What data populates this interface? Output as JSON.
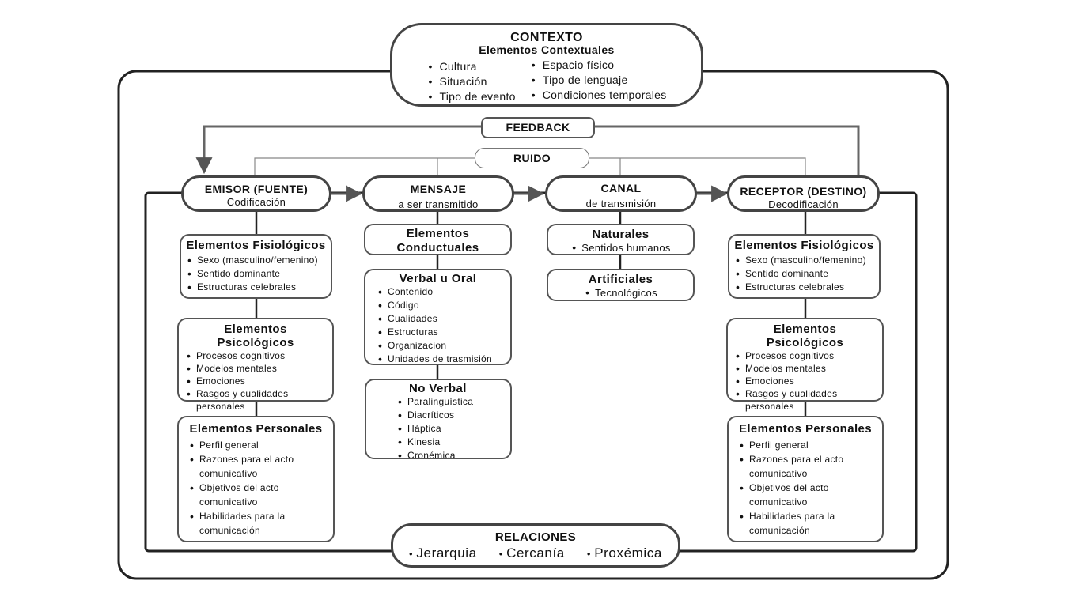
{
  "contexto": {
    "title": "CONTEXTO",
    "subtitle": "Elementos Contextuales",
    "col1": [
      "Cultura",
      "Situación",
      "Tipo de evento"
    ],
    "col2": [
      "Espacio físico",
      "Tipo de lenguaje",
      "Condiciones temporales"
    ]
  },
  "feedback": "FEEDBACK",
  "ruido": "RUIDO",
  "nodes": {
    "emisor": {
      "title": "EMISOR (FUENTE)",
      "sub": "Codificación"
    },
    "mensaje": {
      "title": "MENSAJE",
      "sub": "a ser transmitido"
    },
    "canal": {
      "title": "CANAL",
      "sub": "de transmisión"
    },
    "receptor": {
      "title": "RECEPTOR (DESTINO)",
      "sub": "Decodificación"
    }
  },
  "emisor_col": {
    "fisio": {
      "title": "Elementos Fisiológicos",
      "items": [
        "Sexo (masculino/femenino)",
        "Sentido dominante",
        "Estructuras celebrales"
      ]
    },
    "psico": {
      "title": "Elementos Psicológicos",
      "items": [
        "Procesos cognitivos",
        "Modelos mentales",
        "Emociones",
        "Rasgos y cualidades personales"
      ]
    },
    "pers": {
      "title": "Elementos Personales",
      "items": [
        "Perfil general",
        "Razones para el acto comunicativo",
        "Objetivos del acto comunicativo",
        "Habilidades para la comunicación"
      ]
    }
  },
  "receptor_col": {
    "fisio": {
      "title": "Elementos Fisiológicos",
      "items": [
        "Sexo (masculino/femenino)",
        "Sentido dominante",
        "Estructuras celebrales"
      ]
    },
    "psico": {
      "title": "Elementos Psicológicos",
      "items": [
        "Procesos cognitivos",
        "Modelos mentales",
        "Emociones",
        "Rasgos y cualidades personales"
      ]
    },
    "pers": {
      "title": "Elementos Personales",
      "items": [
        "Perfil general",
        "Razones para el acto comunicativo",
        "Objetivos del acto comunicativo",
        "Habilidades para la comunicación"
      ]
    }
  },
  "mensaje_col": {
    "conductuales": {
      "title": "Elementos Conductuales"
    },
    "verbal": {
      "title": "Verbal u Oral",
      "items": [
        "Contenido",
        "Código",
        "Cualidades",
        "Estructuras",
        "Organizacion",
        "Unidades de trasmisión"
      ]
    },
    "noverbal": {
      "title": "No Verbal",
      "items": [
        "Paralinguística",
        "Diacríticos",
        "Háptica",
        "Kinesia",
        "Cronémica"
      ]
    }
  },
  "canal_col": {
    "naturales": {
      "title": "Naturales",
      "items": [
        "Sentidos humanos"
      ]
    },
    "artificiales": {
      "title": "Artificiales",
      "items": [
        "Tecnológicos"
      ]
    }
  },
  "relaciones": {
    "title": "RELACIONES",
    "items": [
      "Jerarquia",
      "Cercanía",
      "Proxémica"
    ]
  }
}
